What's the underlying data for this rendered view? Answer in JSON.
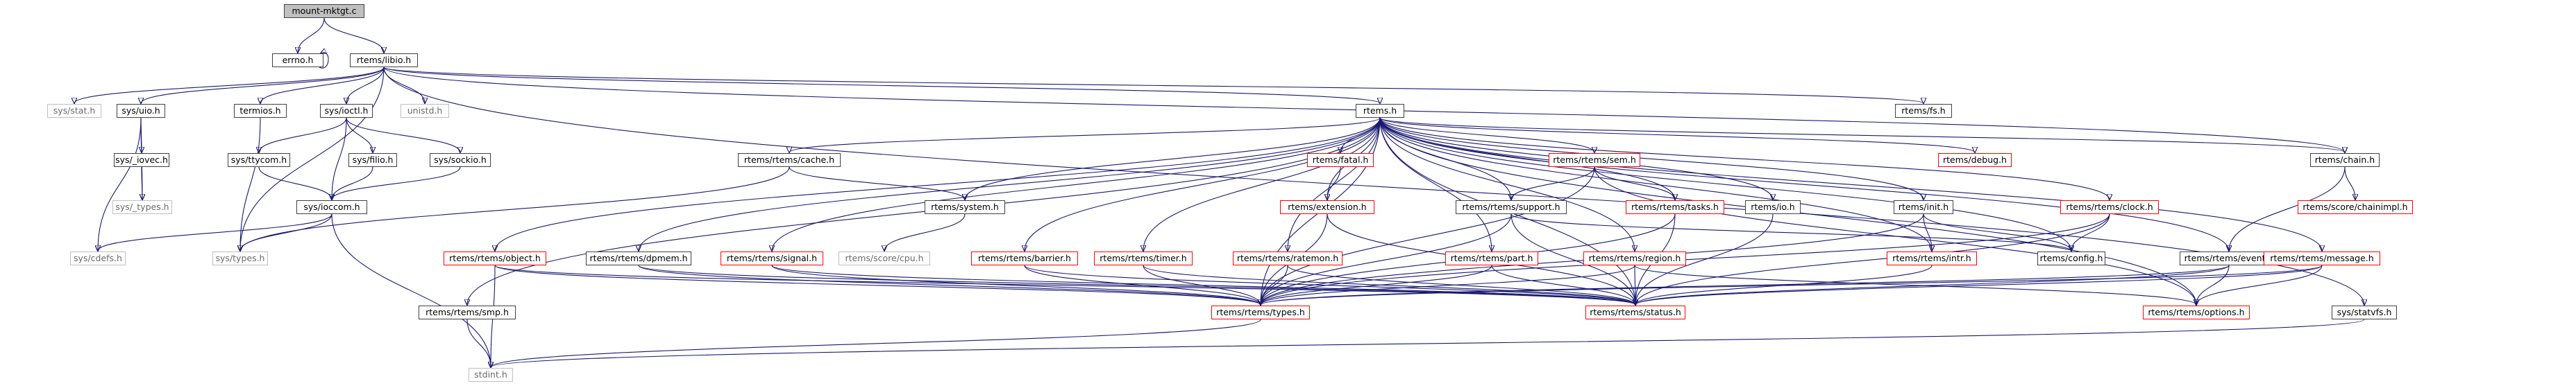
{
  "diagram": {
    "nodes": {
      "root": "mount-mktgt.c",
      "errno": "errno.h",
      "libio": "rtems/libio.h",
      "sysstat": "sys/stat.h",
      "sysuio": "sys/uio.h",
      "termios": "termios.h",
      "sysioctl": "sys/ioctl.h",
      "unistd": "unistd.h",
      "rtems": "rtems.h",
      "fs": "rtems/fs.h",
      "chain": "rtems/chain.h",
      "iovec": "sys/_iovec.h",
      "systypes_": "sys/_types.h",
      "systtycom": "sys/ttycom.h",
      "sysfilio": "sys/filio.h",
      "syssockio": "sys/sockio.h",
      "ioccom": "sys/ioccom.h",
      "cdefs": "sys/cdefs.h",
      "systypes": "sys/types.h",
      "cache": "rtems/rtems/cache.h",
      "system": "rtems/system.h",
      "cpu": "rtems/score/cpu.h",
      "fatal": "rtems/fatal.h",
      "extension": "rtems/extension.h",
      "sem": "rtems/rtems/sem.h",
      "support": "rtems/rtems/support.h",
      "tasks": "rtems/rtems/tasks.h",
      "io": "rtems/io.h",
      "debug": "rtems/debug.h",
      "init": "rtems/init.h",
      "clock": "rtems/rtems/clock.h",
      "chainimpl": "rtems/score/chainimpl.h",
      "object": "rtems/rtems/object.h",
      "dpmem": "rtems/rtems/dpmem.h",
      "signal": "rtems/rtems/signal.h",
      "barrier": "rtems/rtems/barrier.h",
      "timer": "rtems/rtems/timer.h",
      "ratemon": "rtems/rtems/ratemon.h",
      "part": "rtems/rtems/part.h",
      "region": "rtems/rtems/region.h",
      "intr": "rtems/rtems/intr.h",
      "config": "rtems/config.h",
      "event": "rtems/rtems/event.h",
      "message": "rtems/rtems/message.h",
      "smp": "rtems/rtems/smp.h",
      "types": "rtems/rtems/types.h",
      "status": "rtems/rtems/status.h",
      "options": "rtems/rtems/options.h",
      "statvfs": "sys/statvfs.h",
      "stdint": "stdint.h"
    },
    "colors": {
      "edge": "#191970",
      "root_fill": "#bfbfbf",
      "normal_border": "#404040",
      "incomplete_border": "#ff0000",
      "external_border": "#bfbfbf"
    }
  }
}
